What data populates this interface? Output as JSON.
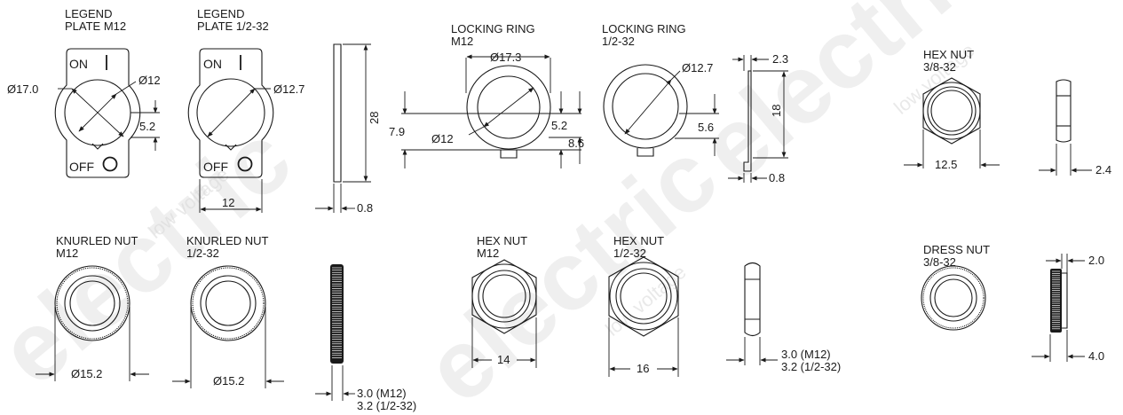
{
  "watermark": {
    "brand": "electric",
    "tagline": "low voltage"
  },
  "legend_plate_m12": {
    "title_1": "LEGEND",
    "title_2": "PLATE M12",
    "on": "ON",
    "off": "OFF",
    "dia_outer": "Ø17.0",
    "dia_inner": "Ø12",
    "offset": "5.2"
  },
  "legend_plate_half": {
    "title_1": "LEGEND",
    "title_2": "PLATE 1/2-32",
    "on": "ON",
    "off": "OFF",
    "dia": "Ø12.7",
    "width": "12"
  },
  "plate_side": {
    "height": "28",
    "thickness": "0.8"
  },
  "locking_ring_m12": {
    "title_1": "LOCKING RING",
    "title_2": "M12",
    "dia_outer": "Ø17.3",
    "dia_inner": "Ø12",
    "dim_7_9": "7.9",
    "dim_5_2": "5.2",
    "dim_8_6": "8.6"
  },
  "locking_ring_half": {
    "title_1": "LOCKING RING",
    "title_2": "1/2-32",
    "dia": "Ø12.7",
    "dim_5_6": "5.6"
  },
  "ring_side": {
    "thickness_top": "2.3",
    "height": "18",
    "thickness": "0.8"
  },
  "hex_nut_38": {
    "title_1": "HEX NUT",
    "title_2": "3/8-32",
    "width": "12.5",
    "thickness": "2.4"
  },
  "knurled_nut_m12": {
    "title_1": "KNURLED NUT",
    "title_2": "M12",
    "dia": "Ø15.2"
  },
  "knurled_nut_half": {
    "title_1": "KNURLED NUT",
    "title_2": "1/2-32",
    "dia": "Ø15.2"
  },
  "knurled_side": {
    "thk_1": "3.0 (M12)",
    "thk_2": "3.2 (1/2-32)"
  },
  "hex_nut_m12": {
    "title_1": "HEX NUT",
    "title_2": "M12",
    "width": "14"
  },
  "hex_nut_half": {
    "title_1": "HEX NUT",
    "title_2": "1/2-32",
    "width": "16"
  },
  "hex_side": {
    "thk_1": "3.0 (M12)",
    "thk_2": "3.2 (1/2-32)"
  },
  "dress_nut": {
    "title_1": "DRESS NUT",
    "title_2": "3/8-32",
    "thk_top": "2.0",
    "thk_total": "4.0"
  }
}
